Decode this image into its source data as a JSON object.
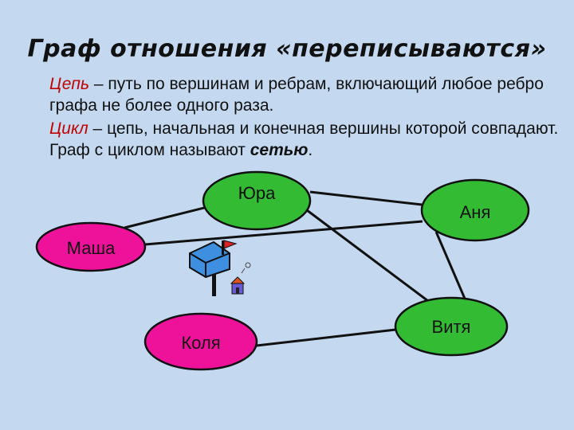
{
  "title": "Граф отношения «переписываются»",
  "definitions": {
    "chain_term": "Цепь",
    "chain_text": " – путь по вершинам и ребрам, включающий любое ребро графа не более одного раза.",
    "cycle_term": "Цикл",
    "cycle_text": " – цепь, начальная и конечная вершины которой совпадают. Граф с циклом называют ",
    "network_word": "сетью",
    "end_dot": "."
  },
  "graph": {
    "nodes": [
      {
        "id": "yura",
        "label": "Юра",
        "color": "#33bb33"
      },
      {
        "id": "anya",
        "label": "Аня",
        "color": "#33bb33"
      },
      {
        "id": "masha",
        "label": "Маша",
        "color": "#ee1199"
      },
      {
        "id": "kolya",
        "label": "Коля",
        "color": "#ee1199"
      },
      {
        "id": "vitya",
        "label": "Витя",
        "color": "#33bb33"
      }
    ],
    "edges": [
      [
        "yura",
        "anya"
      ],
      [
        "yura",
        "masha"
      ],
      [
        "yura",
        "vitya"
      ],
      [
        "masha",
        "anya"
      ],
      [
        "anya",
        "vitya"
      ],
      [
        "kolya",
        "vitya"
      ]
    ]
  },
  "icons": [
    "mailbox-icon",
    "house-icon"
  ]
}
